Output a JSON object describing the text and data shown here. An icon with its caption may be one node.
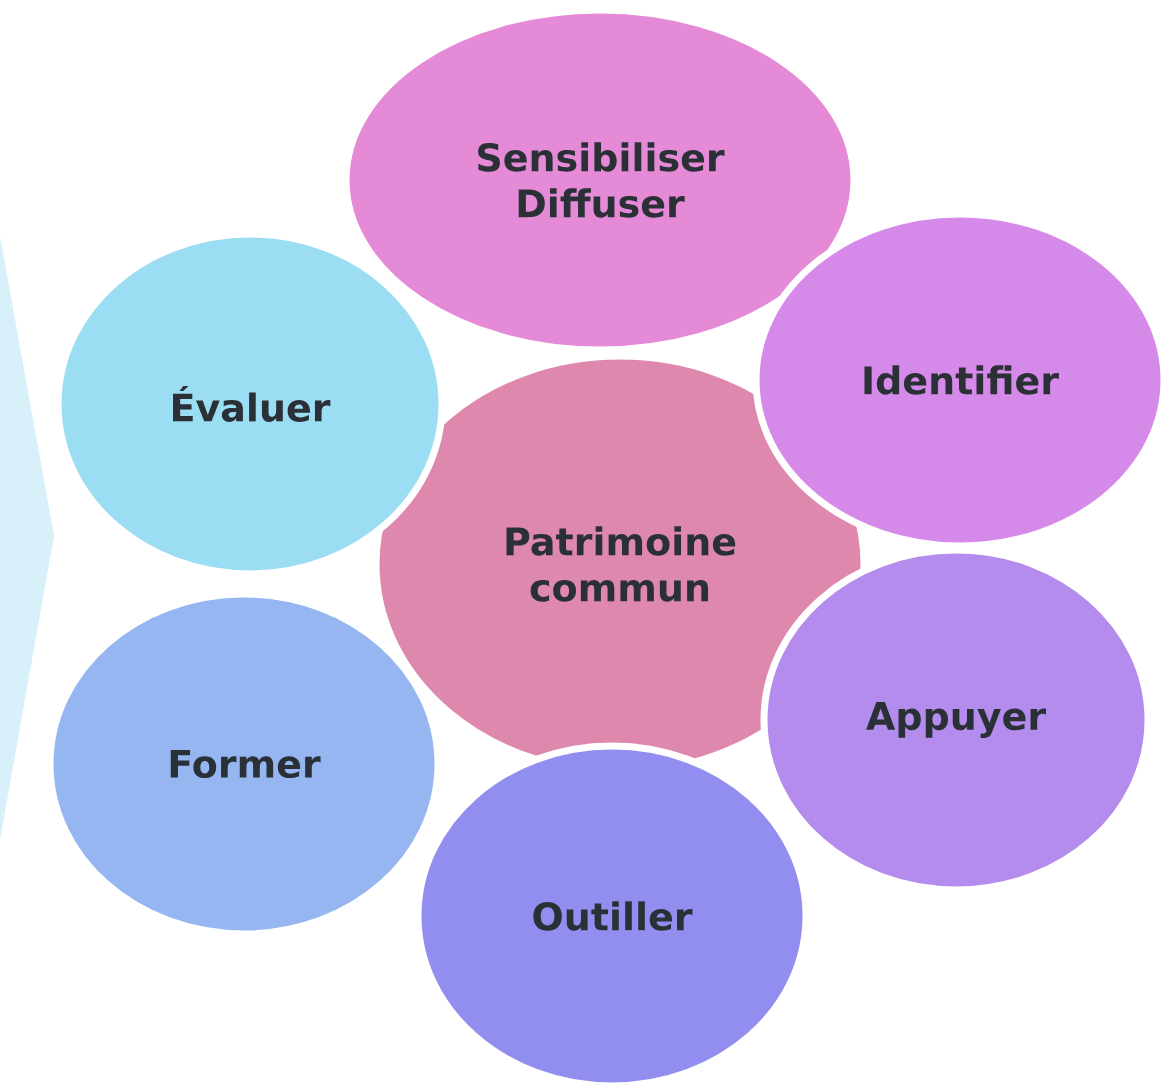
{
  "diagram": {
    "nodes": [
      {
        "text": [
          "Patrimoine commun"
        ]
      },
      {
        "text": [
          "Sensibiliser Diffuser"
        ]
      },
      {
        "text": [
          "Identifier"
        ]
      },
      {
        "text": [
          "Appuyer"
        ]
      },
      {
        "text": [
          "Outiller"
        ]
      },
      {
        "text": [
          "Former"
        ]
      },
      {
        "text": [
          "Évaluer"
        ]
      }
    ]
  }
}
